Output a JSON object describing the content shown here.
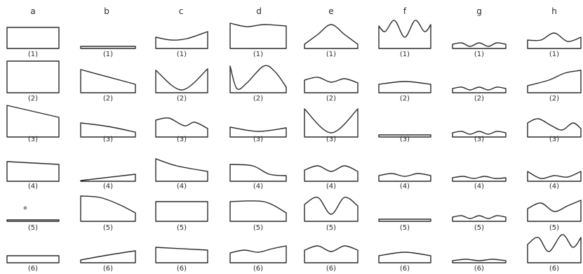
{
  "figure": {
    "ink_color": "#2b2b2b",
    "columns": [
      {
        "letter": "a",
        "cells": [
          {
            "label": "(1)",
            "shape": "rectangle"
          },
          {
            "label": "(2)",
            "shape": "rectangle, tall"
          },
          {
            "label": "(3)",
            "shape": "trapezoid, top sloping down to right"
          },
          {
            "label": "(4)",
            "shape": "rectangle, slightly sloping top"
          },
          {
            "label": "(5)",
            "shape": "thin flat strip"
          },
          {
            "label": "(6)",
            "shape": "short rectangle"
          }
        ]
      },
      {
        "letter": "b",
        "cells": [
          {
            "label": "(1)",
            "shape": "thin flat strip"
          },
          {
            "label": "(2)",
            "shape": "wedge sloping down to right"
          },
          {
            "label": "(3)",
            "shape": "shallow wedge sloping down to right"
          },
          {
            "label": "(4)",
            "shape": "thin wedge rising to right"
          },
          {
            "label": "(5)",
            "shape": "convex top falling to right"
          },
          {
            "label": "(6)",
            "shape": "low wedge rising to right"
          }
        ]
      },
      {
        "letter": "c",
        "cells": [
          {
            "label": "(1)",
            "shape": "concave dip, higher at right"
          },
          {
            "label": "(2)",
            "shape": "deep V-shaped valley"
          },
          {
            "label": "(3)",
            "shape": "wavy top, low at right"
          },
          {
            "label": "(4)",
            "shape": "curve falling to right"
          },
          {
            "label": "(5)",
            "shape": "rectangle"
          },
          {
            "label": "(6)",
            "shape": "rectangle with slightly falling top"
          }
        ]
      },
      {
        "letter": "d",
        "cells": [
          {
            "label": "(1)",
            "shape": "tall block with gentle wave"
          },
          {
            "label": "(2)",
            "shape": "deep valley then high hump"
          },
          {
            "label": "(3)",
            "shape": "shallow dip"
          },
          {
            "label": "(4)",
            "shape": "curve falling to right"
          },
          {
            "label": "(5)",
            "shape": "plateau falling at right"
          },
          {
            "label": "(6)",
            "shape": "gentle waves rising to right"
          }
        ]
      },
      {
        "letter": "e",
        "cells": [
          {
            "label": "(1)",
            "shape": "single central peak"
          },
          {
            "label": "(2)",
            "shape": "two low humps"
          },
          {
            "label": "(3)",
            "shape": "deep U-shaped valley"
          },
          {
            "label": "(4)",
            "shape": "two low humps"
          },
          {
            "label": "(5)",
            "shape": "two tall peaks"
          },
          {
            "label": "(6)",
            "shape": "two low humps"
          }
        ]
      },
      {
        "letter": "f",
        "cells": [
          {
            "label": "(1)",
            "shape": "two tall peaks"
          },
          {
            "label": "(2)",
            "shape": "single low hump"
          },
          {
            "label": "(3)",
            "shape": "thin flat strip"
          },
          {
            "label": "(4)",
            "shape": "low waves"
          },
          {
            "label": "(5)",
            "shape": "thin flat strip"
          },
          {
            "label": "(6)",
            "shape": "single low hump"
          }
        ]
      },
      {
        "letter": "g",
        "cells": [
          {
            "label": "(1)",
            "shape": "low ripples"
          },
          {
            "label": "(2)",
            "shape": "low ripples"
          },
          {
            "label": "(3)",
            "shape": "low ripples"
          },
          {
            "label": "(4)",
            "shape": "low ripples"
          },
          {
            "label": "(5)",
            "shape": "low ripples"
          },
          {
            "label": "(6)",
            "shape": "thin wave"
          }
        ]
      },
      {
        "letter": "h",
        "cells": [
          {
            "label": "(1)",
            "shape": "low central peak"
          },
          {
            "label": "(2)",
            "shape": "curve rising to right"
          },
          {
            "label": "(3)",
            "shape": "hump with bump at right"
          },
          {
            "label": "(4)",
            "shape": "dip rising at ends"
          },
          {
            "label": "(5)",
            "shape": "wavy rising to right"
          },
          {
            "label": "(6)",
            "shape": "two tall peaks"
          }
        ]
      }
    ]
  }
}
